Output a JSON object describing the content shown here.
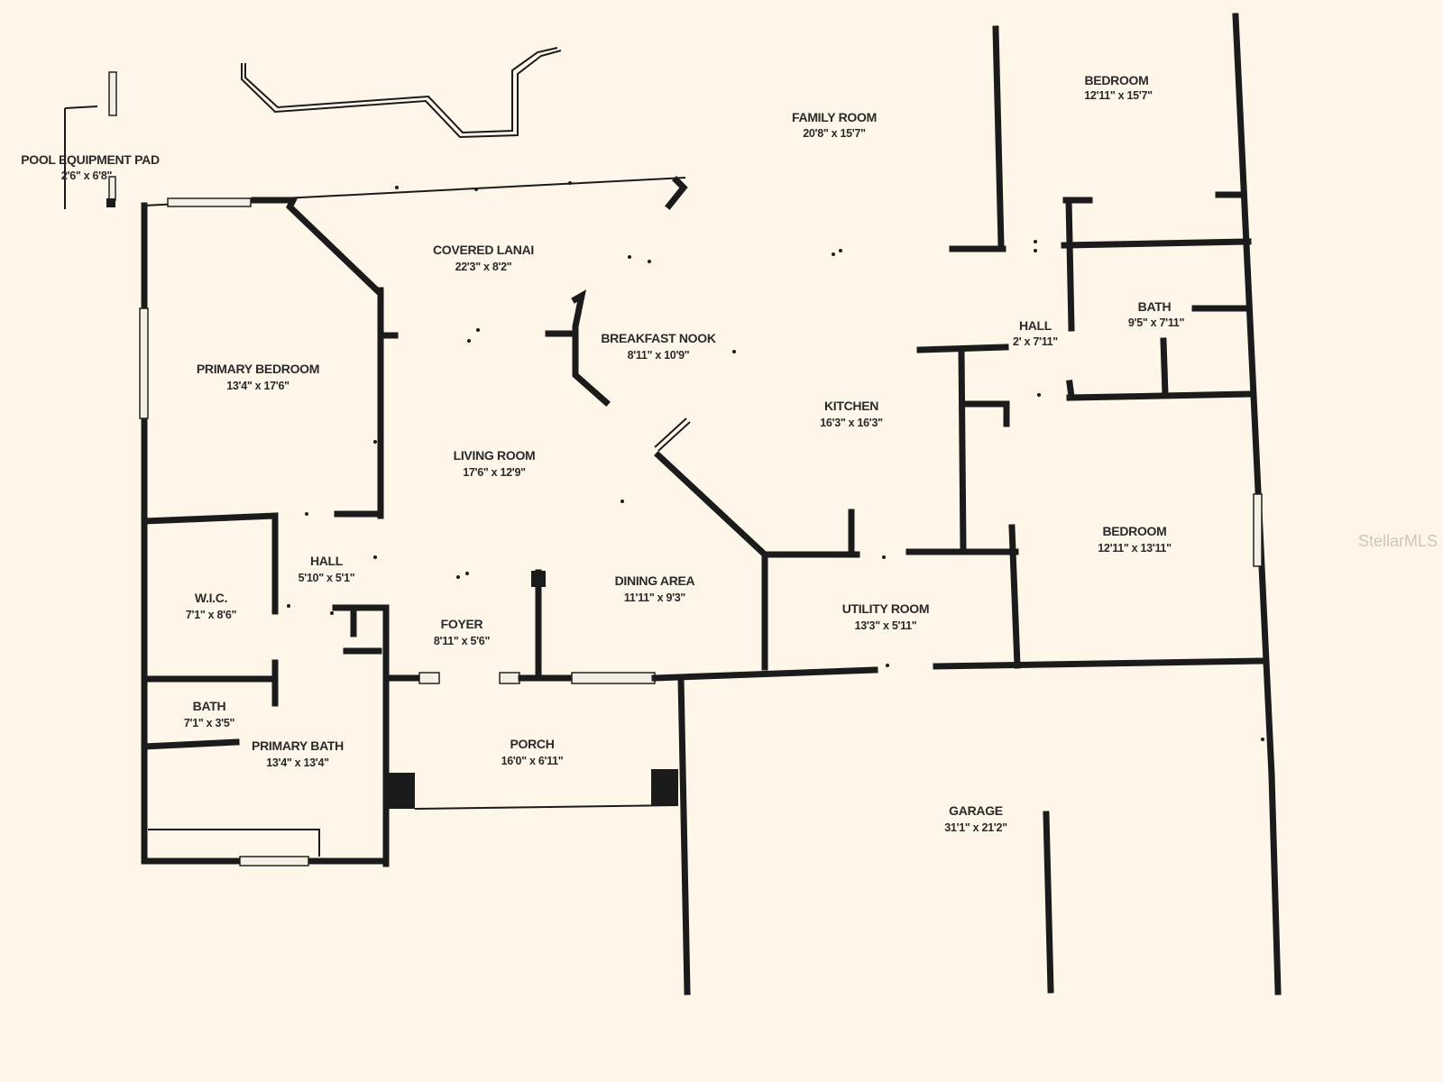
{
  "rooms": {
    "pool_equipment_pad": {
      "name": "POOL EQUIPMENT PAD",
      "size": "2'6\" x 6'8\""
    },
    "family_room": {
      "name": "FAMILY ROOM",
      "size": "20'8\" x 15'7\""
    },
    "bedroom_top": {
      "name": "BEDROOM",
      "size": "12'11\" x 15'7\""
    },
    "covered_lanai": {
      "name": "COVERED LANAI",
      "size": "22'3\" x 8'2\""
    },
    "primary_bedroom": {
      "name": "PRIMARY BEDROOM",
      "size": "13'4\" x 17'6\""
    },
    "breakfast_nook": {
      "name": "BREAKFAST NOOK",
      "size": "8'11\" x 10'9\""
    },
    "hall_right": {
      "name": "HALL",
      "size": "2' x 7'11\""
    },
    "bath_right": {
      "name": "BATH",
      "size": "9'5\" x 7'11\""
    },
    "kitchen": {
      "name": "KITCHEN",
      "size": "16'3\" x 16'3\""
    },
    "living_room": {
      "name": "LIVING ROOM",
      "size": "17'6\" x 12'9\""
    },
    "bedroom_right": {
      "name": "BEDROOM",
      "size": "12'11\" x 13'11\""
    },
    "hall_left": {
      "name": "HALL",
      "size": "5'10\" x 5'1\""
    },
    "dining_area": {
      "name": "DINING AREA",
      "size": "11'11\" x 9'3\""
    },
    "wic": {
      "name": "W.I.C.",
      "size": "7'1\" x 8'6\""
    },
    "utility_room": {
      "name": "UTILITY ROOM",
      "size": "13'3\" x 5'11\""
    },
    "foyer": {
      "name": "FOYER",
      "size": "8'11\" x 5'6\""
    },
    "bath_left": {
      "name": "BATH",
      "size": "7'1\" x 3'5\""
    },
    "primary_bath": {
      "name": "PRIMARY BATH",
      "size": "13'4\" x 13'4\""
    },
    "porch": {
      "name": "PORCH",
      "size": "16'0\" x 6'11\""
    },
    "garage": {
      "name": "GARAGE",
      "size": "31'1\" x 21'2\""
    }
  },
  "watermark": "StellarMLS"
}
